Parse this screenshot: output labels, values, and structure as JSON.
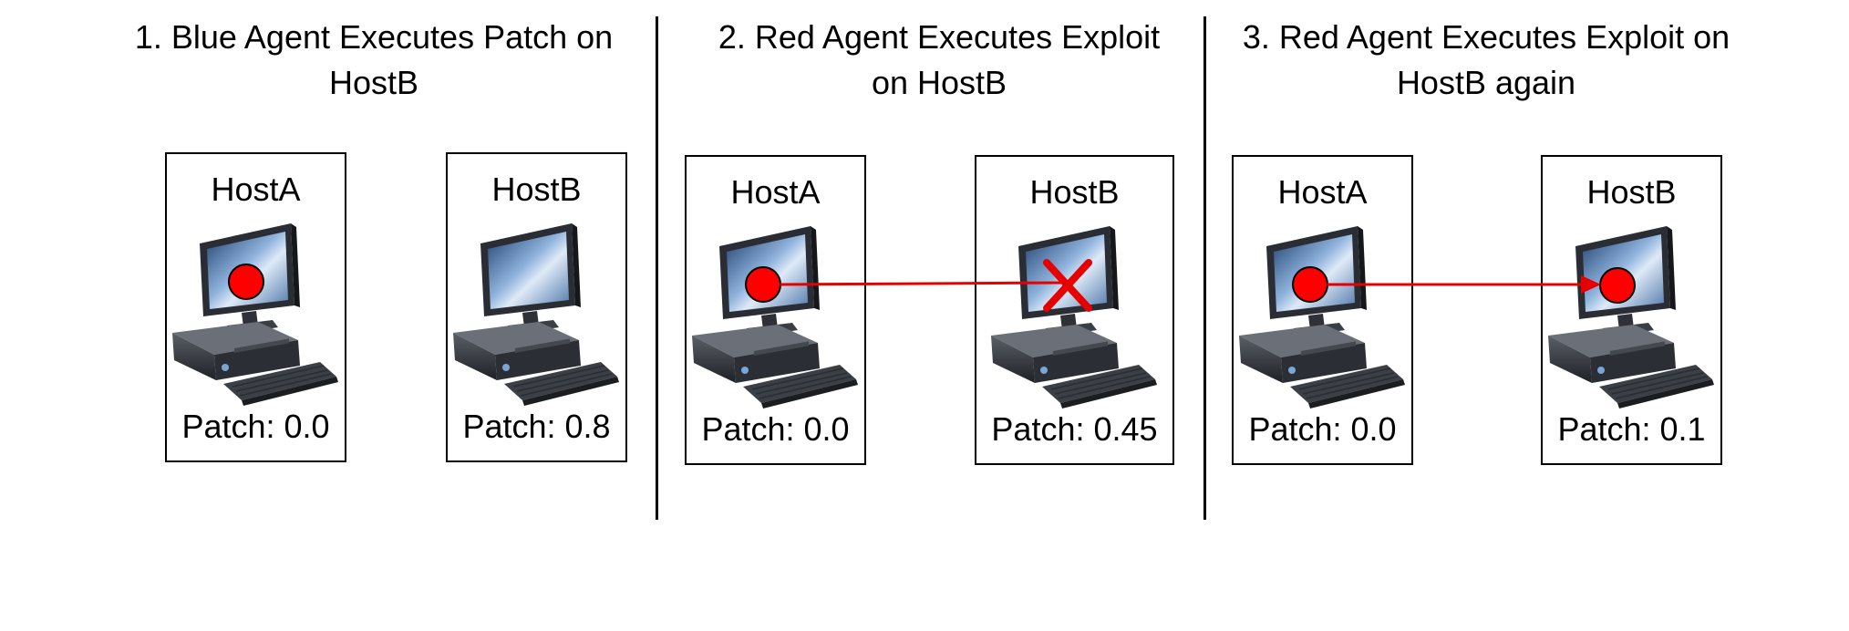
{
  "panels": [
    {
      "title_line1": "1. Blue Agent Executes Patch on",
      "title_line2": "HostB",
      "hosts": [
        {
          "name": "HostA",
          "patch": "Patch: 0.0",
          "compromised": true
        },
        {
          "name": "HostB",
          "patch": "Patch: 0.8",
          "compromised": false
        }
      ]
    },
    {
      "title_line1": "2. Red Agent Executes Exploit",
      "title_line2": "on HostB",
      "hosts": [
        {
          "name": "HostA",
          "patch": "Patch: 0.0",
          "compromised": true
        },
        {
          "name": "HostB",
          "patch": "Patch: 0.45",
          "compromised": false,
          "exploit_failed": true
        }
      ]
    },
    {
      "title_line1": "3. Red Agent Executes Exploit on",
      "title_line2": "HostB again",
      "hosts": [
        {
          "name": "HostA",
          "patch": "Patch: 0.0",
          "compromised": true
        },
        {
          "name": "HostB",
          "patch": "Patch: 0.1",
          "compromised": true,
          "exploit_success": true
        }
      ]
    }
  ],
  "colors": {
    "compromised_marker": "#ff0000",
    "exploit_line": "#e60000",
    "failure_cross": "#e60000"
  },
  "icons": [
    "computer-icon",
    "compromised-marker-icon",
    "exploit-arrow-icon",
    "failure-cross-icon"
  ]
}
